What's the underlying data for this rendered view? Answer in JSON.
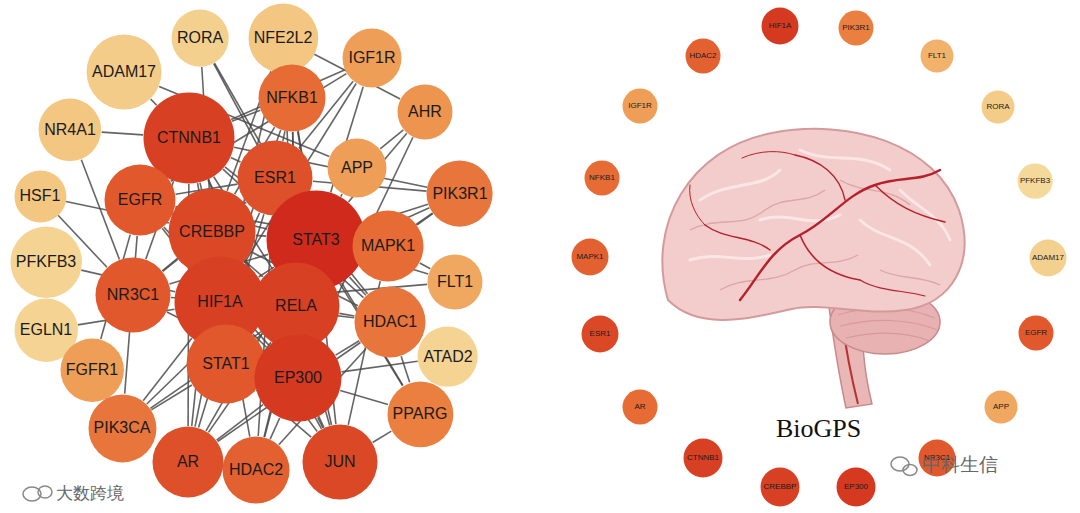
{
  "diagram": {
    "nodes": [
      {
        "text": [
          "RORA"
        ]
      },
      {
        "text": [
          "NFE2L2"
        ]
      },
      {
        "text": [
          "ADAM17"
        ]
      },
      {
        "text": [
          "IGF1R"
        ]
      },
      {
        "text": [
          "NR4A1"
        ]
      },
      {
        "text": [
          "CTNNB1"
        ]
      },
      {
        "text": [
          "NFKB1"
        ]
      },
      {
        "text": [
          "AHR"
        ]
      },
      {
        "text": [
          "APP"
        ]
      },
      {
        "text": [
          "HSF1"
        ]
      },
      {
        "text": [
          "EGFR"
        ]
      },
      {
        "text": [
          "ESR1"
        ]
      },
      {
        "text": [
          "PIK3R1"
        ]
      },
      {
        "text": [
          "CREBBP"
        ]
      },
      {
        "text": [
          "STAT3"
        ]
      },
      {
        "text": [
          "MAPK1"
        ]
      },
      {
        "text": [
          "PFKFB3"
        ]
      },
      {
        "text": [
          "NR3C1"
        ]
      },
      {
        "text": [
          "HIF1A"
        ]
      },
      {
        "text": [
          "RELA"
        ]
      },
      {
        "text": [
          "FLT1"
        ]
      },
      {
        "text": [
          "EGLN1"
        ]
      },
      {
        "text": [
          "HDAC1"
        ]
      },
      {
        "text": [
          "ATAD2"
        ]
      },
      {
        "text": [
          "FGFR1"
        ]
      },
      {
        "text": [
          "STAT1"
        ]
      },
      {
        "text": [
          "EP300"
        ]
      },
      {
        "text": [
          "PPARG"
        ]
      },
      {
        "text": [
          "PIK3CA"
        ]
      },
      {
        "text": [
          "AR"
        ]
      },
      {
        "text": [
          "HDAC2"
        ]
      },
      {
        "text": [
          "JUN"
        ]
      },
      {
        "text": [
          "HIF1A"
        ]
      },
      {
        "text": [
          "PIK3R1"
        ]
      },
      {
        "text": [
          "HDAC2"
        ]
      },
      {
        "text": [
          "FLT1"
        ]
      },
      {
        "text": [
          "IGF1R"
        ]
      },
      {
        "text": [
          "RORA"
        ]
      },
      {
        "text": [
          "NFKB1"
        ]
      },
      {
        "text": [
          "PFKFB3"
        ]
      },
      {
        "text": [
          "MAPK1"
        ]
      },
      {
        "text": [
          "ADAM17"
        ]
      },
      {
        "text": [
          "ESR1"
        ]
      },
      {
        "text": [
          "EGFR"
        ]
      },
      {
        "text": [
          "AR"
        ]
      },
      {
        "text": [
          "APP"
        ]
      },
      {
        "text": [
          "CTNNB1"
        ]
      },
      {
        "text": [
          "NR3C1"
        ]
      },
      {
        "text": [
          "CREBBP"
        ]
      },
      {
        "text": [
          "EP300"
        ]
      }
    ],
    "edges": [
      {
        "from": 14,
        "to": 0,
        "arrow": "none"
      },
      {
        "from": 14,
        "to": 1,
        "arrow": "none"
      },
      {
        "from": 14,
        "to": 3,
        "arrow": "none"
      },
      {
        "from": 14,
        "to": 5,
        "arrow": "none"
      },
      {
        "from": 14,
        "to": 6,
        "arrow": "none"
      },
      {
        "from": 14,
        "to": 7,
        "arrow": "none"
      },
      {
        "from": 14,
        "to": 8,
        "arrow": "none"
      },
      {
        "from": 14,
        "to": 10,
        "arrow": "none"
      },
      {
        "from": 14,
        "to": 11,
        "arrow": "none"
      },
      {
        "from": 14,
        "to": 12,
        "arrow": "none"
      },
      {
        "from": 14,
        "to": 13,
        "arrow": "none"
      },
      {
        "from": 14,
        "to": 15,
        "arrow": "none"
      },
      {
        "from": 14,
        "to": 17,
        "arrow": "none"
      },
      {
        "from": 14,
        "to": 18,
        "arrow": "none"
      },
      {
        "from": 14,
        "to": 19,
        "arrow": "none"
      },
      {
        "from": 14,
        "to": 20,
        "arrow": "none"
      },
      {
        "from": 14,
        "to": 22,
        "arrow": "none"
      },
      {
        "from": 14,
        "to": 25,
        "arrow": "none"
      },
      {
        "from": 14,
        "to": 26,
        "arrow": "none"
      },
      {
        "from": 14,
        "to": 27,
        "arrow": "none"
      },
      {
        "from": 14,
        "to": 28,
        "arrow": "none"
      },
      {
        "from": 14,
        "to": 29,
        "arrow": "none"
      },
      {
        "from": 14,
        "to": 30,
        "arrow": "none"
      },
      {
        "from": 14,
        "to": 31,
        "arrow": "none"
      },
      {
        "from": 26,
        "to": 1,
        "arrow": "none"
      },
      {
        "from": 26,
        "to": 5,
        "arrow": "none"
      },
      {
        "from": 26,
        "to": 6,
        "arrow": "none"
      },
      {
        "from": 26,
        "to": 7,
        "arrow": "none"
      },
      {
        "from": 26,
        "to": 10,
        "arrow": "none"
      },
      {
        "from": 26,
        "to": 11,
        "arrow": "none"
      },
      {
        "from": 26,
        "to": 13,
        "arrow": "none"
      },
      {
        "from": 26,
        "to": 17,
        "arrow": "none"
      },
      {
        "from": 26,
        "to": 18,
        "arrow": "none"
      },
      {
        "from": 26,
        "to": 19,
        "arrow": "none"
      },
      {
        "from": 26,
        "to": 22,
        "arrow": "none"
      },
      {
        "from": 26,
        "to": 25,
        "arrow": "none"
      },
      {
        "from": 26,
        "to": 27,
        "arrow": "none"
      },
      {
        "from": 26,
        "to": 29,
        "arrow": "none"
      },
      {
        "from": 26,
        "to": 30,
        "arrow": "none"
      },
      {
        "from": 26,
        "to": 31,
        "arrow": "none"
      },
      {
        "from": 26,
        "to": 23,
        "arrow": "none"
      },
      {
        "from": 13,
        "to": 0,
        "arrow": "none"
      },
      {
        "from": 13,
        "to": 1,
        "arrow": "none"
      },
      {
        "from": 13,
        "to": 5,
        "arrow": "none"
      },
      {
        "from": 13,
        "to": 6,
        "arrow": "none"
      },
      {
        "from": 13,
        "to": 9,
        "arrow": "none"
      },
      {
        "from": 13,
        "to": 10,
        "arrow": "none"
      },
      {
        "from": 13,
        "to": 11,
        "arrow": "none"
      },
      {
        "from": 13,
        "to": 17,
        "arrow": "none"
      },
      {
        "from": 13,
        "to": 18,
        "arrow": "none"
      },
      {
        "from": 13,
        "to": 19,
        "arrow": "none"
      },
      {
        "from": 13,
        "to": 22,
        "arrow": "none"
      },
      {
        "from": 13,
        "to": 25,
        "arrow": "none"
      },
      {
        "from": 13,
        "to": 29,
        "arrow": "none"
      },
      {
        "from": 13,
        "to": 30,
        "arrow": "none"
      },
      {
        "from": 13,
        "to": 31,
        "arrow": "none"
      },
      {
        "from": 18,
        "to": 1,
        "arrow": "none"
      },
      {
        "from": 18,
        "to": 3,
        "arrow": "none"
      },
      {
        "from": 18,
        "to": 5,
        "arrow": "none"
      },
      {
        "from": 18,
        "to": 6,
        "arrow": "none"
      },
      {
        "from": 18,
        "to": 10,
        "arrow": "none"
      },
      {
        "from": 18,
        "to": 11,
        "arrow": "none"
      },
      {
        "from": 18,
        "to": 12,
        "arrow": "none"
      },
      {
        "from": 18,
        "to": 15,
        "arrow": "none"
      },
      {
        "from": 18,
        "to": 19,
        "arrow": "none"
      },
      {
        "from": 18,
        "to": 20,
        "arrow": "none"
      },
      {
        "from": 18,
        "to": 21,
        "arrow": "none"
      },
      {
        "from": 18,
        "to": 22,
        "arrow": "none"
      },
      {
        "from": 18,
        "to": 25,
        "arrow": "none"
      },
      {
        "from": 18,
        "to": 28,
        "arrow": "none"
      },
      {
        "from": 18,
        "to": 29,
        "arrow": "none"
      },
      {
        "from": 18,
        "to": 31,
        "arrow": "none"
      },
      {
        "from": 18,
        "to": 16,
        "arrow": "none"
      },
      {
        "from": 19,
        "to": 5,
        "arrow": "none"
      },
      {
        "from": 19,
        "to": 6,
        "arrow": "none"
      },
      {
        "from": 19,
        "to": 11,
        "arrow": "none"
      },
      {
        "from": 19,
        "to": 17,
        "arrow": "none"
      },
      {
        "from": 19,
        "to": 22,
        "arrow": "none"
      },
      {
        "from": 19,
        "to": 25,
        "arrow": "none"
      },
      {
        "from": 19,
        "to": 29,
        "arrow": "none"
      },
      {
        "from": 19,
        "to": 30,
        "arrow": "none"
      },
      {
        "from": 19,
        "to": 31,
        "arrow": "none"
      },
      {
        "from": 19,
        "to": 15,
        "arrow": "none"
      },
      {
        "from": 11,
        "to": 0,
        "arrow": "none"
      },
      {
        "from": 11,
        "to": 3,
        "arrow": "none"
      },
      {
        "from": 11,
        "to": 5,
        "arrow": "none"
      },
      {
        "from": 11,
        "to": 6,
        "arrow": "none"
      },
      {
        "from": 11,
        "to": 10,
        "arrow": "none"
      },
      {
        "from": 11,
        "to": 12,
        "arrow": "none"
      },
      {
        "from": 11,
        "to": 17,
        "arrow": "none"
      },
      {
        "from": 11,
        "to": 22,
        "arrow": "none"
      },
      {
        "from": 11,
        "to": 29,
        "arrow": "none"
      },
      {
        "from": 11,
        "to": 30,
        "arrow": "none"
      },
      {
        "from": 11,
        "to": 31,
        "arrow": "none"
      },
      {
        "from": 11,
        "to": 27,
        "arrow": "none"
      },
      {
        "from": 5,
        "to": 2,
        "arrow": "none"
      },
      {
        "from": 5,
        "to": 4,
        "arrow": "none"
      },
      {
        "from": 5,
        "to": 6,
        "arrow": "none"
      },
      {
        "from": 5,
        "to": 10,
        "arrow": "none"
      },
      {
        "from": 5,
        "to": 12,
        "arrow": "none"
      },
      {
        "from": 5,
        "to": 17,
        "arrow": "none"
      },
      {
        "from": 5,
        "to": 22,
        "arrow": "none"
      },
      {
        "from": 5,
        "to": 29,
        "arrow": "none"
      },
      {
        "from": 5,
        "to": 31,
        "arrow": "none"
      },
      {
        "from": 5,
        "to": 3,
        "arrow": "none"
      },
      {
        "from": 15,
        "to": 10,
        "arrow": "none"
      },
      {
        "from": 15,
        "to": 12,
        "arrow": "none"
      },
      {
        "from": 15,
        "to": 31,
        "arrow": "none"
      },
      {
        "from": 15,
        "to": 20,
        "arrow": "none"
      },
      {
        "from": 10,
        "to": 28,
        "arrow": "none"
      },
      {
        "from": 10,
        "to": 24,
        "arrow": "none"
      },
      {
        "from": 10,
        "to": 3,
        "arrow": "none"
      },
      {
        "from": 24,
        "to": 28,
        "arrow": "none"
      },
      {
        "from": 12,
        "to": 28,
        "arrow": "none"
      },
      {
        "from": 8,
        "to": 2,
        "arrow": "none"
      },
      {
        "from": 9,
        "to": 17,
        "arrow": "none"
      },
      {
        "from": 4,
        "to": 17,
        "arrow": "none"
      },
      {
        "from": 22,
        "to": 30,
        "arrow": "none"
      },
      {
        "from": 22,
        "to": 29,
        "arrow": "none"
      },
      {
        "from": 25,
        "to": 28,
        "arrow": "none"
      },
      {
        "from": 25,
        "to": 31,
        "arrow": "none"
      },
      {
        "from": 7,
        "to": 1,
        "arrow": "none"
      },
      {
        "from": 8,
        "to": 7,
        "arrow": "none"
      },
      {
        "from": 27,
        "to": 22,
        "arrow": "none"
      },
      {
        "from": 27,
        "to": 31,
        "arrow": "none"
      }
    ],
    "labels": [
      "BioGPS",
      "大数跨境",
      "中科生信"
    ]
  }
}
